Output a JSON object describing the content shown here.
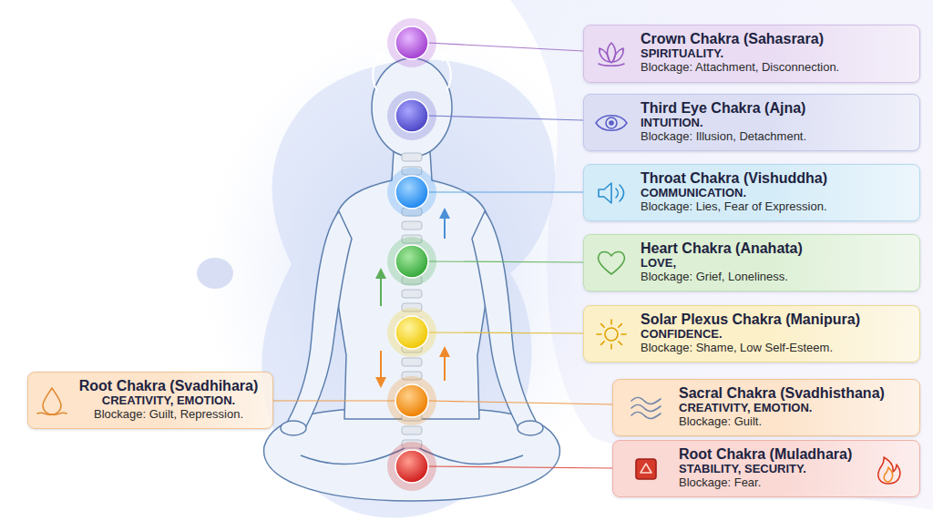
{
  "diagram": {
    "nodes": [
      {
        "text": [
          "Crown Chakra (Sahasrara)",
          "SPIRITUALITY.",
          "Blockage: Attachment, Disconnection."
        ]
      },
      {
        "text": [
          "Third Eye Chakra (Ajna)",
          "INTUITION.",
          "Blockage: Illusion, Detachment."
        ]
      },
      {
        "text": [
          "Throat Chakra (Vishuddha)",
          "COMMUNICATION.",
          "Blockage: Lies, Fear of Expression."
        ]
      },
      {
        "text": [
          "Heart Chakra (Anahata)",
          "LOVE,",
          "Blockage: Grief, Loneliness."
        ]
      },
      {
        "text": [
          "Solar Plexus Chakra (Manipura)",
          "CONFIDENCE.",
          "Blockage: Shame, Low Self-Esteem."
        ]
      },
      {
        "text": [
          "Root Chakra (Svadhihara)",
          "CREATIVITY, EMOTION.",
          "Blockage: Guilt, Repression."
        ]
      },
      {
        "text": [
          "Sacral Chakra (Svadhisthana)",
          "CREATIVITY, EMOTION.",
          "Blockage: Guilt."
        ]
      },
      {
        "text": [
          "Root Chakra (Muladhara)",
          "STABILITY, SECURITY.",
          "Blockage: Fear."
        ]
      }
    ]
  }
}
